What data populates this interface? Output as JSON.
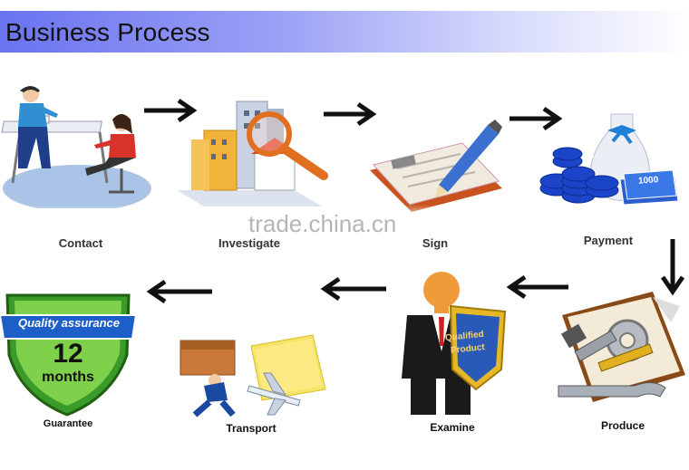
{
  "header": {
    "title": "Business Process"
  },
  "steps": [
    {
      "id": "contact",
      "label": "Contact"
    },
    {
      "id": "investigate",
      "label": "Investigate"
    },
    {
      "id": "sign",
      "label": "Sign"
    },
    {
      "id": "payment",
      "label": "Payment"
    },
    {
      "id": "produce",
      "label": "Produce"
    },
    {
      "id": "examine",
      "label": "Examine"
    },
    {
      "id": "transport",
      "label": "Transport"
    },
    {
      "id": "guarantee",
      "label": "Guarantee"
    }
  ],
  "badges": {
    "quality": "Quality assurance",
    "months_number": "12",
    "months_word": "months",
    "qualified_line1": "Qualified",
    "qualified_line2": "Product",
    "money": "1000"
  },
  "watermark": "trade.china.cn"
}
